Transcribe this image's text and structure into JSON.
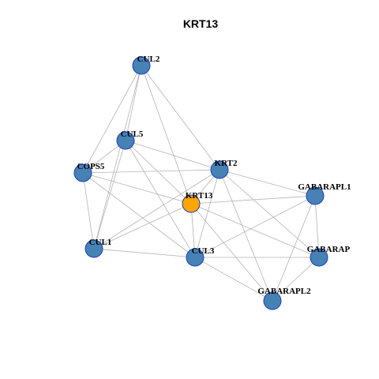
{
  "title": "KRT13",
  "colors": {
    "node_default": "#4682B4",
    "node_focus": "#FFA500",
    "node_stroke": "#1f3fbf",
    "edge": "#b3b3b3"
  },
  "network": {
    "nodes": [
      {
        "id": "CUL2",
        "label": "CUL2",
        "focus": false
      },
      {
        "id": "CUL5",
        "label": "CUL5",
        "focus": false
      },
      {
        "id": "COPS5",
        "label": "COPS5",
        "focus": false
      },
      {
        "id": "KRT2",
        "label": "KRT2",
        "focus": false
      },
      {
        "id": "KRT13",
        "label": "KRT13",
        "focus": true
      },
      {
        "id": "GABARAPL1",
        "label": "GABARAPL1",
        "focus": false
      },
      {
        "id": "CUL1",
        "label": "CUL1",
        "focus": false
      },
      {
        "id": "CUL3",
        "label": "CUL3",
        "focus": false
      },
      {
        "id": "GABARAP",
        "label": "GABARAP",
        "focus": false
      },
      {
        "id": "GABARAPL2",
        "label": "GABARAPL2",
        "focus": false
      }
    ],
    "edges": [
      [
        "CUL2",
        "CUL5"
      ],
      [
        "CUL2",
        "COPS5"
      ],
      [
        "CUL2",
        "KRT2"
      ],
      [
        "CUL2",
        "KRT13"
      ],
      [
        "CUL2",
        "CUL1"
      ],
      [
        "CUL5",
        "COPS5"
      ],
      [
        "CUL5",
        "KRT2"
      ],
      [
        "CUL5",
        "KRT13"
      ],
      [
        "CUL5",
        "CUL1"
      ],
      [
        "CUL5",
        "CUL3"
      ],
      [
        "COPS5",
        "KRT2"
      ],
      [
        "COPS5",
        "CUL1"
      ],
      [
        "COPS5",
        "CUL3"
      ],
      [
        "COPS5",
        "KRT13"
      ],
      [
        "KRT2",
        "KRT13"
      ],
      [
        "KRT2",
        "GABARAPL1"
      ],
      [
        "KRT2",
        "CUL1"
      ],
      [
        "KRT2",
        "CUL3"
      ],
      [
        "KRT2",
        "GABARAP"
      ],
      [
        "KRT2",
        "GABARAPL2"
      ],
      [
        "KRT13",
        "GABARAPL1"
      ],
      [
        "KRT13",
        "CUL1"
      ],
      [
        "KRT13",
        "CUL3"
      ],
      [
        "KRT13",
        "GABARAP"
      ],
      [
        "KRT13",
        "GABARAPL2"
      ],
      [
        "GABARAPL1",
        "CUL3"
      ],
      [
        "GABARAPL1",
        "GABARAP"
      ],
      [
        "GABARAPL1",
        "GABARAPL2"
      ],
      [
        "CUL1",
        "CUL3"
      ],
      [
        "CUL3",
        "GABARAP"
      ],
      [
        "CUL3",
        "GABARAPL2"
      ],
      [
        "GABARAP",
        "GABARAPL2"
      ]
    ]
  }
}
